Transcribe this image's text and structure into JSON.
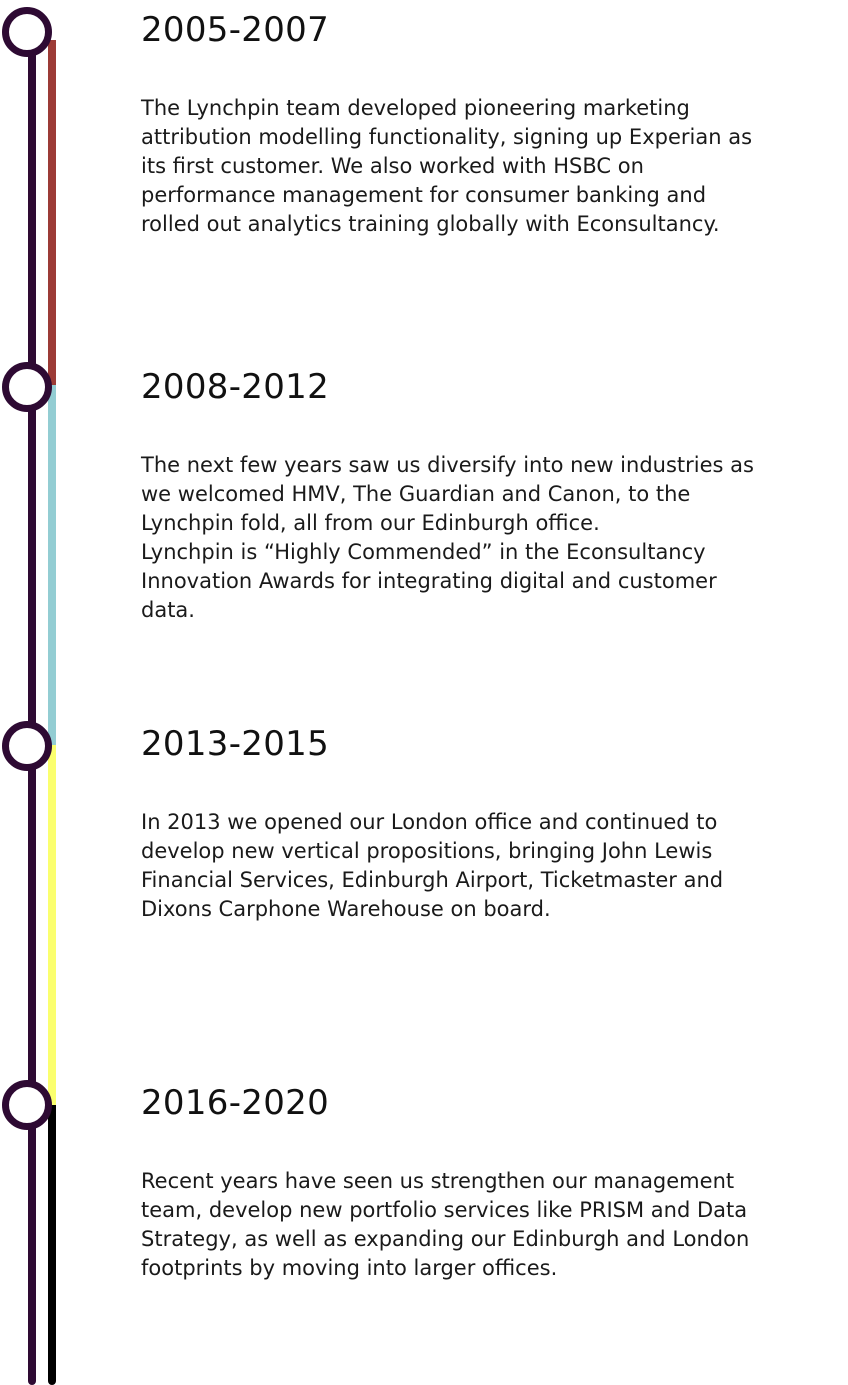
{
  "colors": {
    "track": "#2e0a33",
    "node_border": "#2e0a33",
    "node_fill": "#ffffff",
    "segments": [
      "#9c3b36",
      "#93cdd3",
      "#fbff6e",
      "#000000"
    ]
  },
  "timeline": {
    "entries": [
      {
        "years": "2005-2007",
        "text": "The Lynchpin team developed pioneering marketing\nattribution modelling functionality, signing up Experian as\nits first customer. We also worked with HSBC on\nperformance management for consumer banking and\nrolled out analytics training globally with Econsultancy."
      },
      {
        "years": "2008-2012",
        "text": "The next few years saw us diversify into new industries as\nwe welcomed HMV, The Guardian and Canon, to the\nLynchpin fold, all from our Edinburgh office.\nLynchpin is “Highly Commended” in the Econsultancy\nInnovation Awards for integrating digital and customer\ndata."
      },
      {
        "years": "2013-2015",
        "text": "In 2013 we opened our London office and continued to\ndevelop new vertical propositions, bringing John Lewis\nFinancial Services, Edinburgh Airport, Ticketmaster and\nDixons Carphone Warehouse on board."
      },
      {
        "years": "2016-2020",
        "text": "Recent years have seen us strengthen our management\nteam, develop new portfolio services like PRISM and Data\nStrategy, as well as expanding our Edinburgh and London\nfootprints by moving into larger offices."
      }
    ]
  }
}
